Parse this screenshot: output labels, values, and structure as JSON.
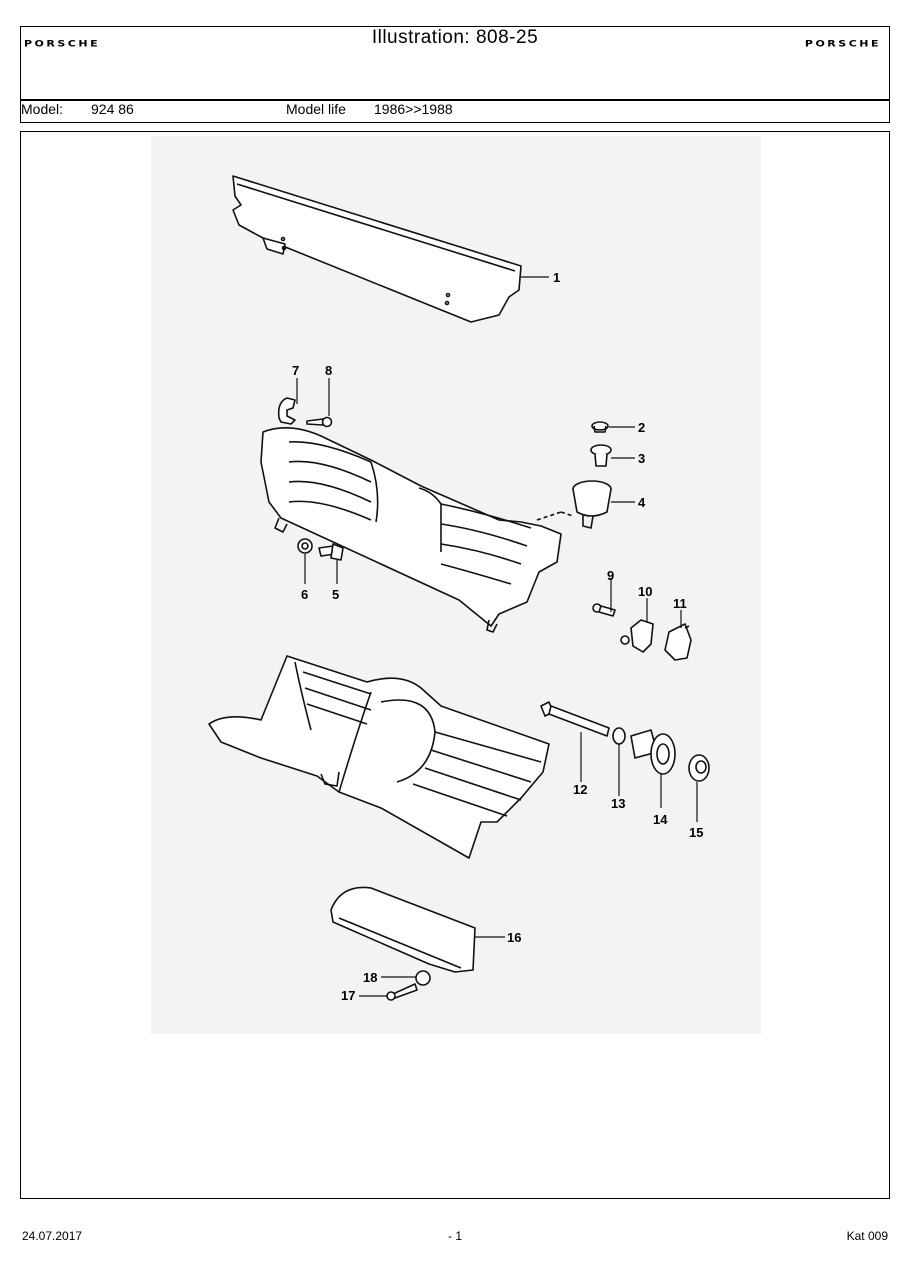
{
  "header": {
    "brand_left": "PORSCHE",
    "brand_right": "PORSCHE",
    "title": "Illustration: 808-25",
    "model_label": "Model:",
    "model_value": "924 86",
    "model_life_label": "Model life",
    "model_life_value": "1986>>1988"
  },
  "callouts": [
    "1",
    "2",
    "3",
    "4",
    "5",
    "6",
    "7",
    "8",
    "9",
    "10",
    "11",
    "12",
    "13",
    "14",
    "15",
    "16",
    "17",
    "18"
  ],
  "footer": {
    "date": "24.07.2017",
    "page": "- 1",
    "catalog": "Kat 009"
  }
}
